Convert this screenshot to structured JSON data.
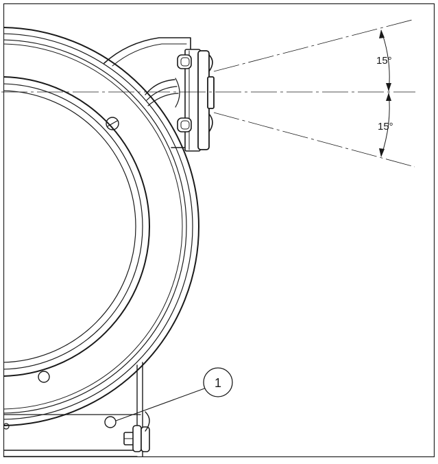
{
  "drawing": {
    "angle_upper": "15°",
    "angle_lower": "15°",
    "callout_1": "1"
  }
}
